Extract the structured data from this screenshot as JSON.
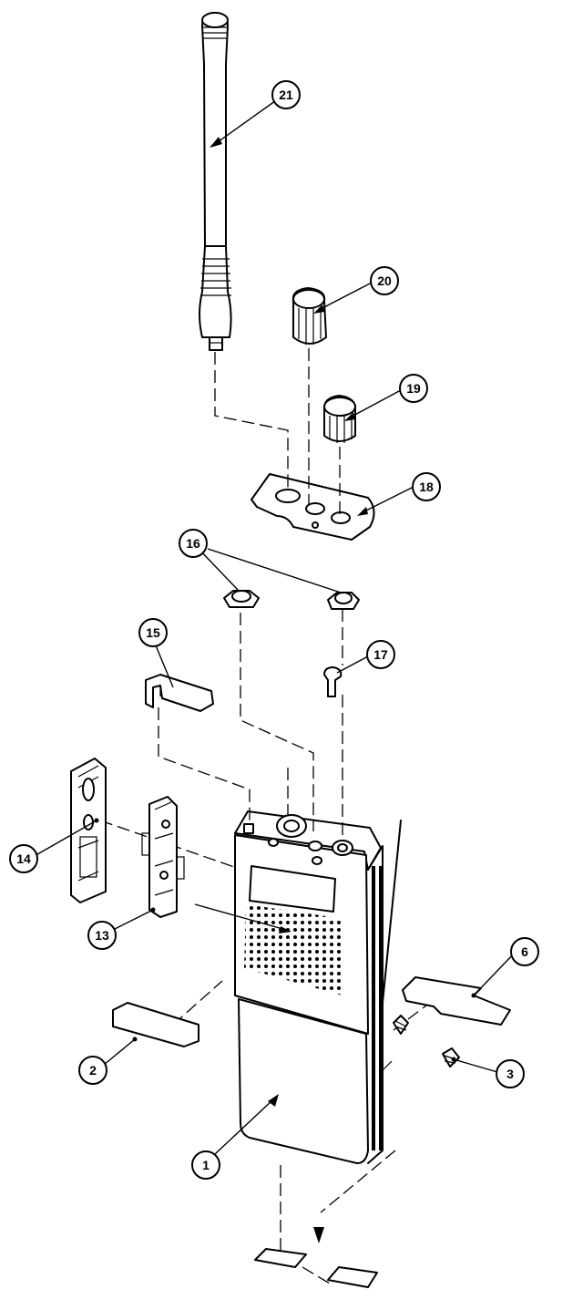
{
  "callouts": [
    {
      "id": "21",
      "label": "21"
    },
    {
      "id": "20",
      "label": "20"
    },
    {
      "id": "19",
      "label": "19"
    },
    {
      "id": "18",
      "label": "18"
    },
    {
      "id": "16",
      "label": "16"
    },
    {
      "id": "15",
      "label": "15"
    },
    {
      "id": "17",
      "label": "17"
    },
    {
      "id": "14",
      "label": "14"
    },
    {
      "id": "13",
      "label": "13"
    },
    {
      "id": "6",
      "label": "6"
    },
    {
      "id": "2",
      "label": "2"
    },
    {
      "id": "3",
      "label": "3"
    },
    {
      "id": "1",
      "label": "1"
    }
  ]
}
